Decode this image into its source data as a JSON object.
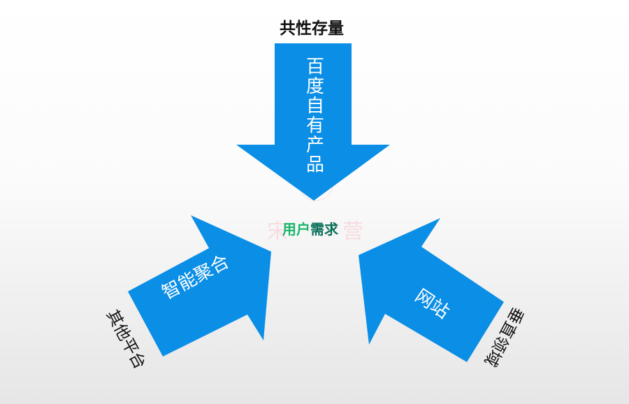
{
  "top_label": "共性存量",
  "top_arrow_text": "百度自有产品",
  "left_label": "其他平台",
  "left_arrow_text": "智能聚合",
  "right_label": "垂直领域",
  "right_arrow_text": "网站",
  "center_label_part1": "用户",
  "center_label_part2": "需求",
  "watermark_left": "宋",
  "watermark_right": "营",
  "colors": {
    "arrow": "#0a8ee6",
    "center_green": "#18b56a",
    "center_dark": "#0a6f5a"
  }
}
